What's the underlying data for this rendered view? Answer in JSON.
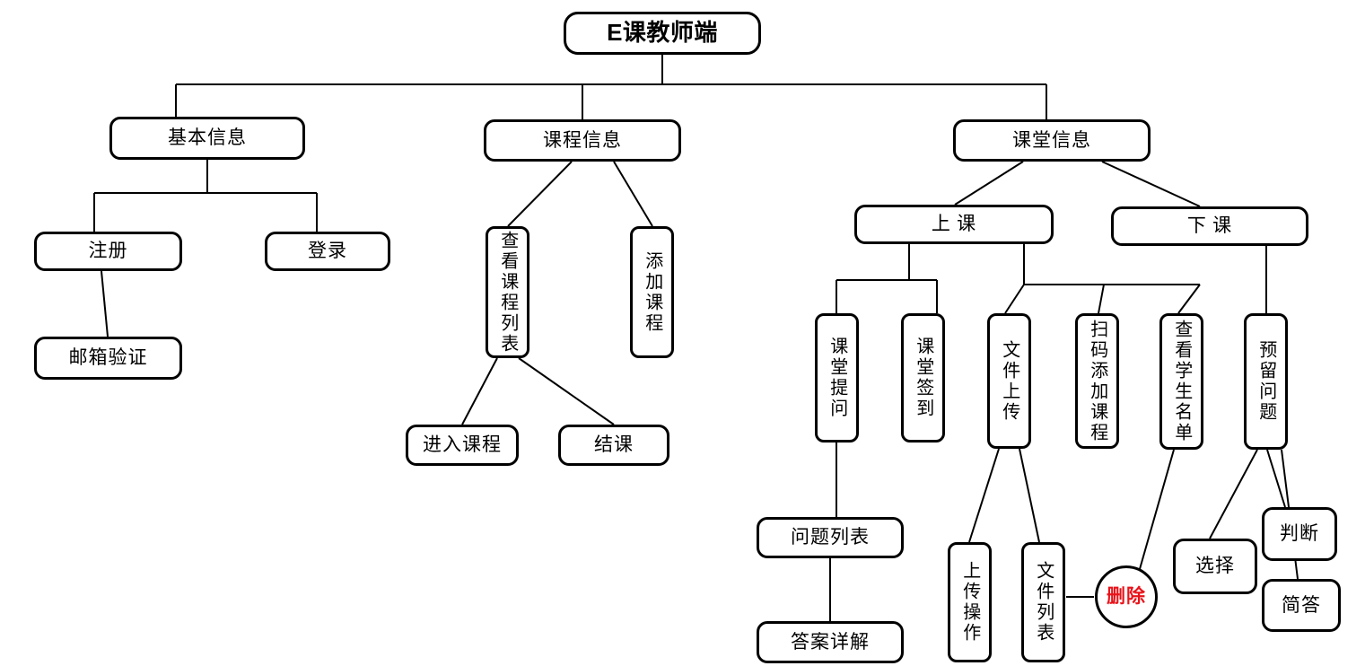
{
  "diagram": {
    "title": "E课教师端",
    "type": "hierarchy-tree",
    "background": "#ffffff",
    "line_color": "#000000",
    "accent_color": "#e8131a",
    "nodes": {
      "root": {
        "label": "E课教师端",
        "shape": "rounded-rect",
        "orientation": "horizontal"
      },
      "basic_info": {
        "label": "基本信息",
        "shape": "rounded-rect",
        "orientation": "horizontal"
      },
      "course_info": {
        "label": "课程信息",
        "shape": "rounded-rect",
        "orientation": "horizontal"
      },
      "class_info": {
        "label": "课堂信息",
        "shape": "rounded-rect",
        "orientation": "horizontal"
      },
      "register": {
        "label": "注册",
        "shape": "rounded-rect",
        "orientation": "horizontal"
      },
      "login": {
        "label": "登录",
        "shape": "rounded-rect",
        "orientation": "horizontal"
      },
      "email_verify": {
        "label": "邮箱验证",
        "shape": "rounded-rect",
        "orientation": "horizontal"
      },
      "view_course_list": {
        "label": "查看课程列表",
        "shape": "rounded-rect",
        "orientation": "vertical"
      },
      "add_course": {
        "label": "添加课程",
        "shape": "rounded-rect",
        "orientation": "vertical"
      },
      "enter_course": {
        "label": "进入课程",
        "shape": "rounded-rect",
        "orientation": "horizontal"
      },
      "end_course": {
        "label": "结课",
        "shape": "rounded-rect",
        "orientation": "horizontal"
      },
      "start_class": {
        "label": "上 课",
        "shape": "rounded-rect",
        "orientation": "horizontal"
      },
      "finish_class": {
        "label": "下 课",
        "shape": "rounded-rect",
        "orientation": "horizontal"
      },
      "class_question": {
        "label": "课堂提问",
        "shape": "rounded-rect",
        "orientation": "vertical"
      },
      "class_signin": {
        "label": "课堂签到",
        "shape": "rounded-rect",
        "orientation": "vertical"
      },
      "file_upload": {
        "label": "文件上传",
        "shape": "rounded-rect",
        "orientation": "vertical"
      },
      "scan_add_course": {
        "label": "扫码添加课程",
        "shape": "rounded-rect",
        "orientation": "vertical"
      },
      "view_student_list": {
        "label": "查看学生名单",
        "shape": "rounded-rect",
        "orientation": "vertical"
      },
      "reserved_question": {
        "label": "预留问题",
        "shape": "rounded-rect",
        "orientation": "vertical"
      },
      "question_list": {
        "label": "问题列表",
        "shape": "rounded-rect",
        "orientation": "horizontal"
      },
      "answer_detail": {
        "label": "答案详解",
        "shape": "rounded-rect",
        "orientation": "horizontal"
      },
      "upload_action": {
        "label": "上传操作",
        "shape": "rounded-rect",
        "orientation": "vertical"
      },
      "file_list": {
        "label": "文件列表",
        "shape": "rounded-rect",
        "orientation": "vertical"
      },
      "delete": {
        "label": "删除",
        "shape": "circle",
        "orientation": "horizontal",
        "color": "#e8131a"
      },
      "choice": {
        "label": "选择",
        "shape": "rounded-rect",
        "orientation": "horizontal"
      },
      "judge": {
        "label": "判断",
        "shape": "rounded-rect",
        "orientation": "horizontal"
      },
      "short_answer": {
        "label": "简答",
        "shape": "rounded-rect",
        "orientation": "horizontal"
      }
    },
    "edges": [
      [
        "root",
        "basic_info"
      ],
      [
        "root",
        "course_info"
      ],
      [
        "root",
        "class_info"
      ],
      [
        "basic_info",
        "register"
      ],
      [
        "basic_info",
        "login"
      ],
      [
        "register",
        "email_verify"
      ],
      [
        "course_info",
        "view_course_list"
      ],
      [
        "course_info",
        "add_course"
      ],
      [
        "view_course_list",
        "enter_course"
      ],
      [
        "view_course_list",
        "end_course"
      ],
      [
        "class_info",
        "start_class"
      ],
      [
        "class_info",
        "finish_class"
      ],
      [
        "start_class",
        "class_question"
      ],
      [
        "start_class",
        "class_signin"
      ],
      [
        "start_class",
        "file_upload"
      ],
      [
        "start_class",
        "scan_add_course"
      ],
      [
        "start_class",
        "view_student_list"
      ],
      [
        "finish_class",
        "reserved_question"
      ],
      [
        "class_question",
        "question_list"
      ],
      [
        "question_list",
        "answer_detail"
      ],
      [
        "file_upload",
        "upload_action"
      ],
      [
        "file_upload",
        "file_list"
      ],
      [
        "file_list",
        "delete"
      ],
      [
        "view_student_list",
        "delete"
      ],
      [
        "reserved_question",
        "choice"
      ],
      [
        "reserved_question",
        "judge"
      ],
      [
        "reserved_question",
        "short_answer"
      ]
    ]
  }
}
